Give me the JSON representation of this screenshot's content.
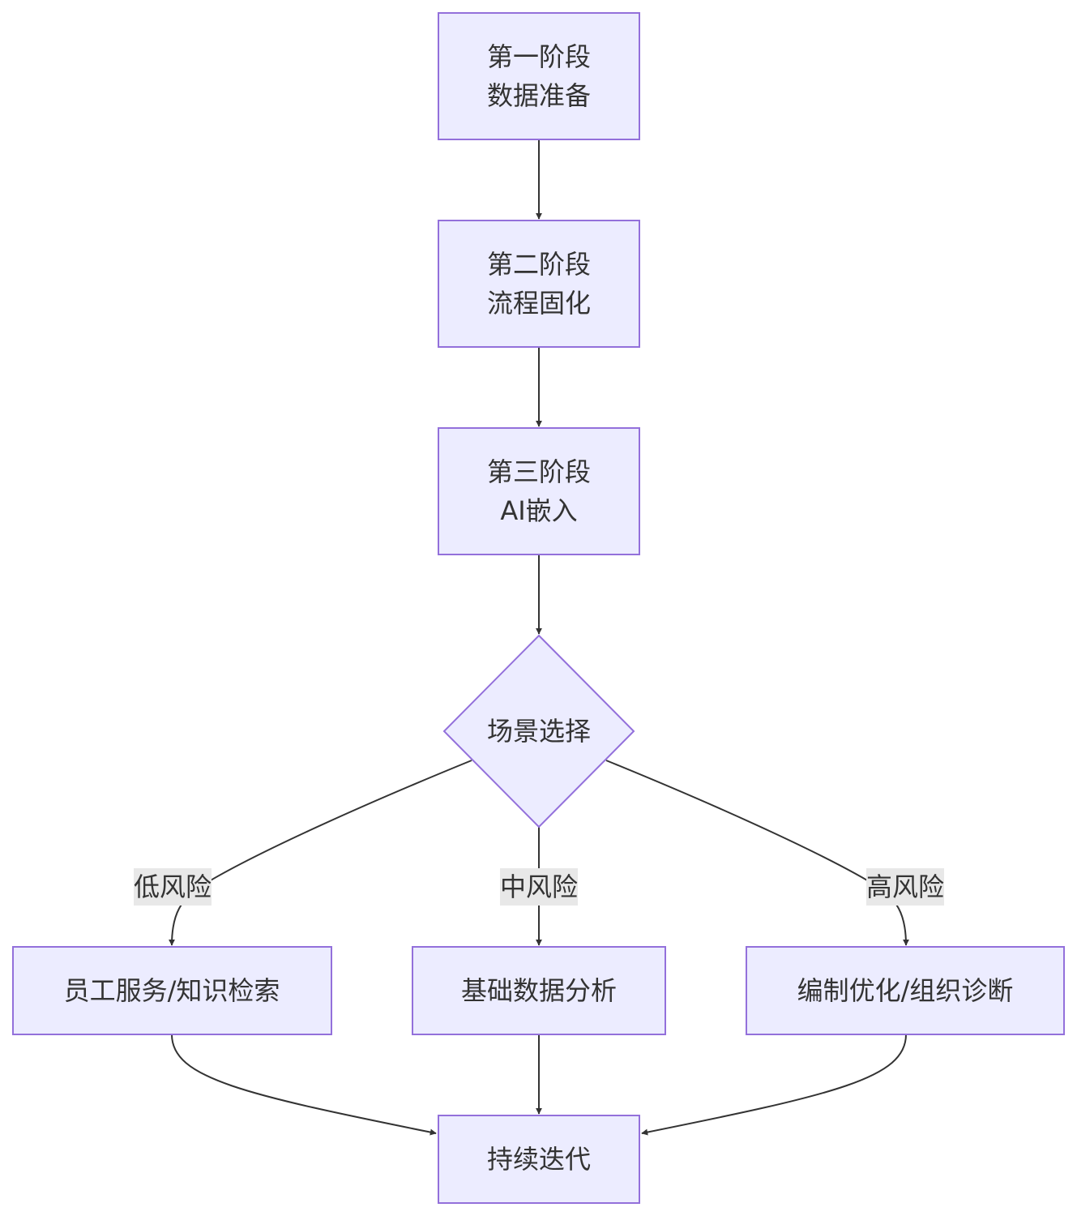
{
  "colors": {
    "node_fill": "#ECECFF",
    "node_stroke": "#9370DB",
    "edge": "#333333",
    "text": "#333333",
    "edge_label_bg": "#E8E8E8"
  },
  "nodes": {
    "stage1": {
      "line1": "第一阶段",
      "line2": "数据准备"
    },
    "stage2": {
      "line1": "第二阶段",
      "line2": "流程固化"
    },
    "stage3": {
      "line1": "第三阶段",
      "line2": "AI嵌入"
    },
    "decision": {
      "label": "场景选择"
    },
    "low": {
      "label": "员工服务/知识检索"
    },
    "mid": {
      "label": "基础数据分析"
    },
    "high": {
      "label": "编制优化/组织诊断"
    },
    "iterate": {
      "label": "持续迭代"
    }
  },
  "edge_labels": {
    "low": "低风险",
    "mid": "中风险",
    "high": "高风险"
  }
}
